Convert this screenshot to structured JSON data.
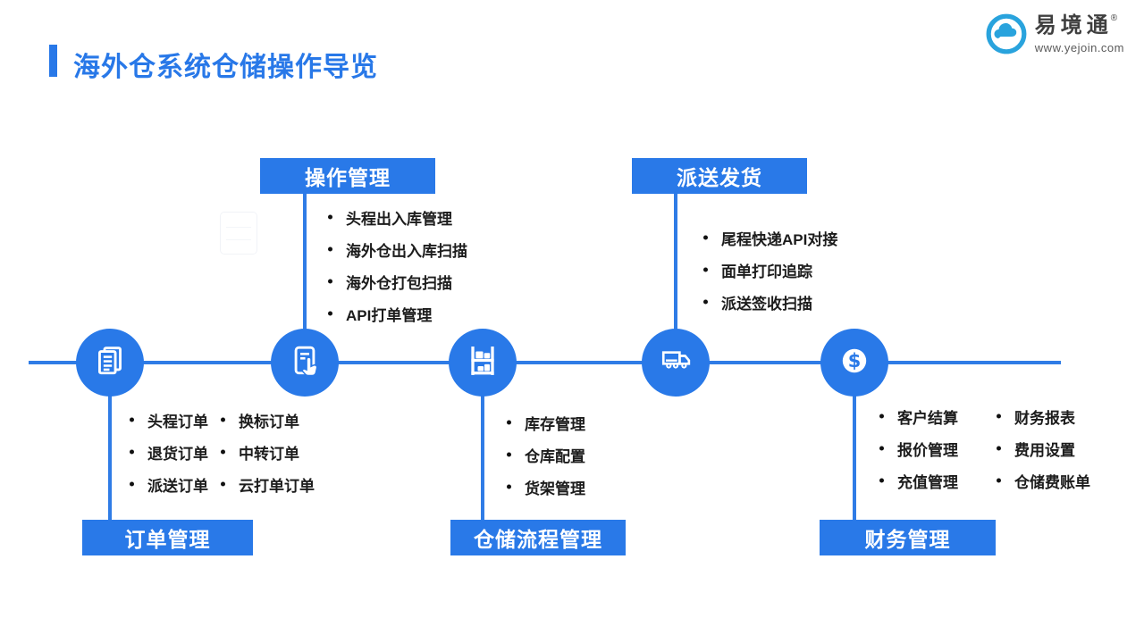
{
  "header": {
    "title": "海外仓系统仓储操作导览"
  },
  "logo": {
    "brand": "易境通",
    "registered": "®",
    "website": "www.yejoin.com"
  },
  "colors": {
    "primary_blue": "#2979E8",
    "line_blue": "#2f7ce6",
    "logo_blue": "#29A3DD",
    "title_blue": "#2878E8"
  },
  "timeline": {
    "nodes": [
      {
        "label": "订单管理",
        "icon": "documents-icon",
        "label_position": "below",
        "columns": [
          [
            "头程订单",
            "退货订单",
            "派送订单"
          ],
          [
            "换标订单",
            "中转订单",
            "云打单订单"
          ]
        ]
      },
      {
        "label": "操作管理",
        "icon": "clipboard-tap-icon",
        "label_position": "above",
        "columns": [
          [
            "头程出入库管理",
            "海外仓出入库扫描",
            "海外仓打包扫描",
            "API打单管理"
          ]
        ]
      },
      {
        "label": "仓储流程管理",
        "icon": "storage-shelf-icon",
        "label_position": "below",
        "columns": [
          [
            "库存管理",
            "仓库配置",
            "货架管理"
          ]
        ]
      },
      {
        "label": "派送发货",
        "icon": "delivery-truck-icon",
        "label_position": "above",
        "columns": [
          [
            "尾程快递API对接",
            "面单打印追踪",
            "派送签收扫描"
          ]
        ]
      },
      {
        "label": "财务管理",
        "icon": "dollar-icon",
        "label_position": "below",
        "columns": [
          [
            "客户结算",
            "报价管理",
            "充值管理"
          ],
          [
            "财务报表",
            "费用设置",
            "仓储费账单"
          ]
        ]
      }
    ]
  }
}
